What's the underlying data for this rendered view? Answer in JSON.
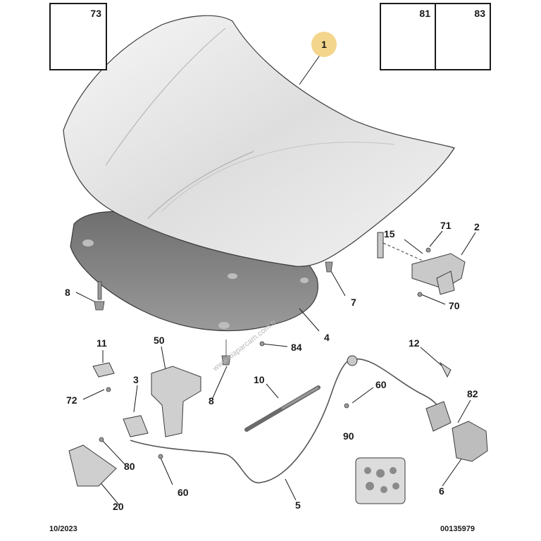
{
  "inset_boxes": [
    {
      "ref": "73",
      "icon": "flange-nut-icon"
    },
    {
      "ref": "81",
      "icon": "stud-bolt-icon"
    },
    {
      "ref": "83",
      "icon": "self-tapping-screw-icon"
    }
  ],
  "highlighted_ref": "1",
  "callouts": {
    "c15": "15",
    "c71": "71",
    "c2": "2",
    "c8a": "8",
    "c7": "7",
    "c70": "70",
    "c4": "4",
    "c84": "84",
    "c11": "11",
    "c50": "50",
    "c12": "12",
    "c72": "72",
    "c3": "3",
    "c8b": "8",
    "c10": "10",
    "c60a": "60",
    "c82": "82",
    "c90": "90",
    "c80": "80",
    "c60b": "60",
    "c20": "20",
    "c5": "5",
    "c6": "6"
  },
  "footer": {
    "date": "10/2023",
    "reference": "00135979"
  },
  "watermark": "www.kiaparcam.com.tr",
  "colors": {
    "hood": "#e8e8e8",
    "insulation": "#8a8a8a",
    "highlight": "#f3d58c",
    "line": "#1a1a1a"
  }
}
